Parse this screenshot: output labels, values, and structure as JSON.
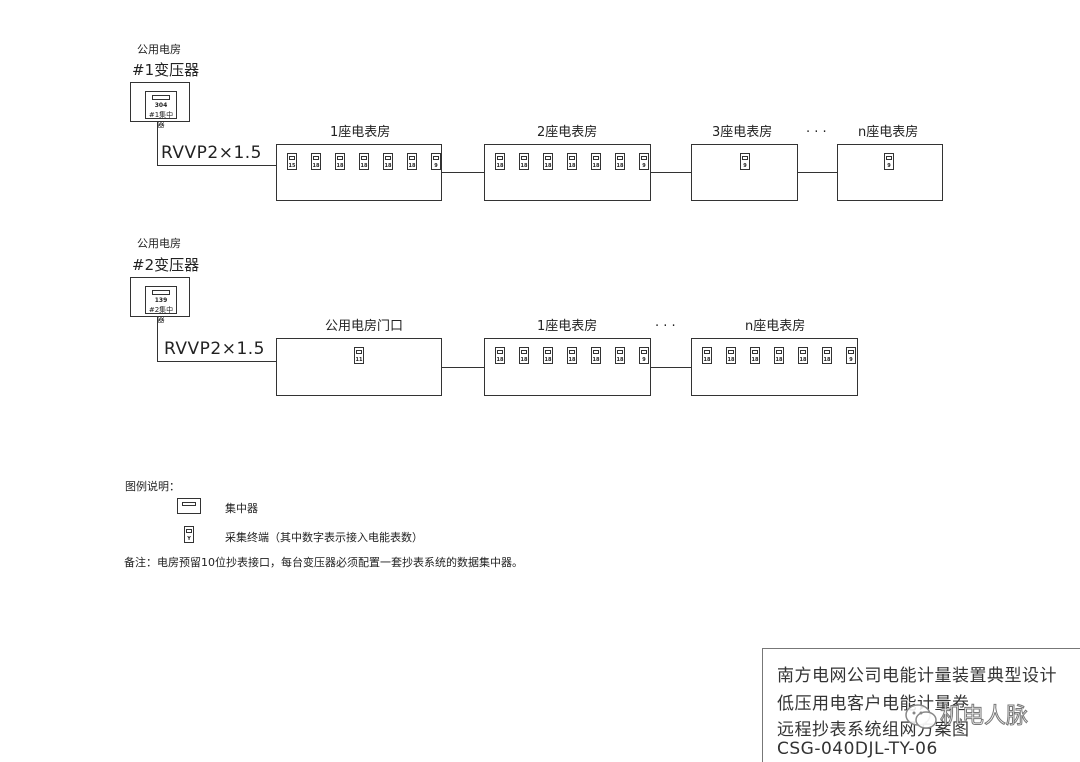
{
  "row1": {
    "station_label": "公用电房",
    "transformer_label": "#1变压器",
    "concentrator": {
      "number": "304",
      "label": "#1集中器"
    },
    "cable_label": "RVVP2×1.5",
    "rooms": [
      {
        "title": "1座电表房",
        "meters": [
          "15",
          "18",
          "18",
          "18",
          "18",
          "18",
          "9"
        ]
      },
      {
        "title": "2座电表房",
        "meters": [
          "18",
          "18",
          "18",
          "18",
          "18",
          "18",
          "9"
        ]
      },
      {
        "title": "3座电表房",
        "meters": [
          "9"
        ]
      },
      {
        "title": "n座电表房",
        "meters": [
          "9"
        ]
      }
    ],
    "ellipsis": "· · ·"
  },
  "row2": {
    "station_label": "公用电房",
    "transformer_label": "#2变压器",
    "concentrator": {
      "number": "139",
      "label": "#2集中器"
    },
    "cable_label": "RVVP2×1.5",
    "rooms": [
      {
        "title": "公用电房门口",
        "meters": [
          "11"
        ]
      },
      {
        "title": "1座电表房",
        "meters": [
          "18",
          "18",
          "18",
          "18",
          "18",
          "18",
          "9"
        ]
      },
      {
        "title": "n座电表房",
        "meters": [
          "18",
          "18",
          "18",
          "18",
          "18",
          "18",
          "9"
        ]
      }
    ],
    "ellipsis": "· · ·"
  },
  "legend": {
    "title": "图例说明：",
    "concentrator_label": "集中器",
    "terminal_label": "采集终端（其中数字表示接入电能表数）",
    "note": "备注：电房预留10位抄表接口，每台变压器必须配置一套抄表系统的数据集中器。"
  },
  "title_block": {
    "line1": "南方电网公司电能计量装置典型设计",
    "line2": "低压用电客户电能计量卷",
    "line3": "远程抄表系统组网方案图",
    "line4": "CSG-040DJL-TY-06"
  },
  "watermark": {
    "text": "机电人脉",
    "icon": "wechat-icon"
  }
}
